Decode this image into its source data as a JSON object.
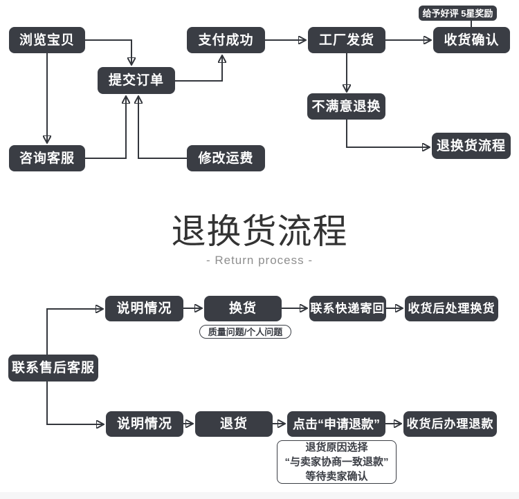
{
  "order_flow": {
    "browse": "浏览宝贝",
    "submit_order": "提交订单",
    "payment_success": "支付成功",
    "consult_service": "咨询客服",
    "modify_shipping_fee": "修改运费",
    "factory_ship": "工厂发货",
    "review_reward_badge": "给予好评 5星奖励",
    "confirm_receipt": "收货确认",
    "unsatisfied_return": "不满意退换",
    "return_process": "退换货流程"
  },
  "section_title": {
    "heading": "退换货流程",
    "subheading": "- Return process -"
  },
  "return_flow": {
    "contact_aftersales": "联系售后客服",
    "explain_1": "说明情况",
    "exchange": "换货",
    "exchange_reason_tag": "质量问题/个人问题",
    "courier_send_back": "联系快递寄回",
    "handle_exchange_after_receipt": "收货后处理换货",
    "explain_2": "说明情况",
    "return_goods": "退货",
    "click_apply_refund": "点击“申请退款”",
    "handle_refund_after_receipt": "收货后办理退款",
    "refund_note_lines": [
      "退货原因选择",
      "“与卖家协商一致退款”",
      "等待卖家确认"
    ]
  },
  "colors": {
    "node_background": "#3a3d44",
    "node_text": "#ffffff",
    "line": "#33363c",
    "title_text": "#333333",
    "subtitle_text": "#8e8e8e",
    "footer_strip": "#f6f6f7",
    "page_background": "#ffffff"
  }
}
